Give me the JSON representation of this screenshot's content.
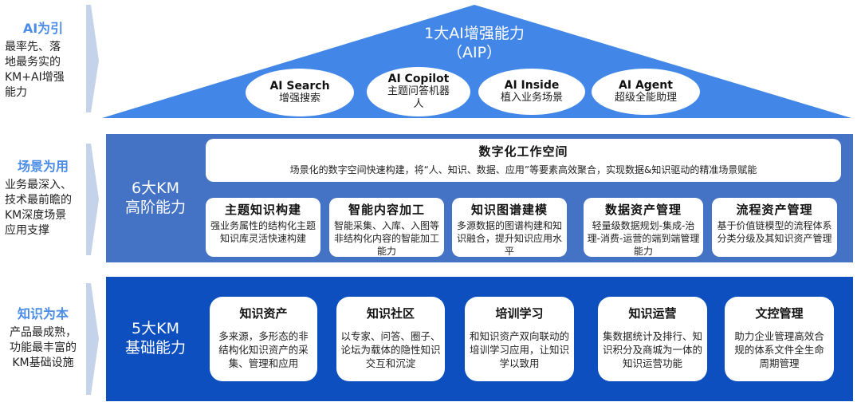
{
  "left_labels": [
    {
      "title": "AI为引",
      "lines": [
        "最率先、落",
        "地最务实的",
        "KM+AI增强",
        "能力"
      ]
    },
    {
      "title": "场景为用",
      "lines": [
        "业务最深入、",
        "技术最前瞻的",
        "KM深度场景",
        "应用支撑"
      ]
    },
    {
      "title": "知识为本",
      "lines": [
        "产品最成熟，",
        "功能最丰富的",
        "KM基础设施"
      ]
    }
  ],
  "colors": {
    "triangle": "#4287e8",
    "middle_band": "#4472c4",
    "bottom_band": "#0d4fbf",
    "label_blue": "#4a8ce6",
    "arrow": "#c4d2ea"
  },
  "aip": {
    "title_line1": "1大AI增强能力",
    "title_line2": "（AIP）",
    "items": [
      {
        "name": "AI Search",
        "desc": "增强搜索"
      },
      {
        "name": "AI Copilot",
        "desc": "主题问答机器人"
      },
      {
        "name": "AI Inside",
        "desc": "植入业务场景"
      },
      {
        "name": "AI Agent",
        "desc": "超级全能助理"
      }
    ]
  },
  "advanced": {
    "label_line1": "6大KM",
    "label_line2": "高阶能力",
    "workspace": {
      "title": "数字化工作空间",
      "desc": "场景化的数字空间快速构建，将“人、知识、数据、应用”等要素高效聚合，实现数据&知识驱动的精准场景赋能"
    },
    "items": [
      {
        "title": "主题知识构建",
        "desc": "强业务属性的结构化主题知识库灵活快速构建"
      },
      {
        "title": "智能内容加工",
        "desc": "智能采集、入库、入图等非结构化内容的智能加工能力"
      },
      {
        "title": "知识图谱建模",
        "desc": "多源数据的图谱构建和知识融合，提升知识应用水平"
      },
      {
        "title": "数据资产管理",
        "desc": "轻量级数据规划-集成-治理-消费-运营的端到端管理能力"
      },
      {
        "title": "流程资产管理",
        "desc": "基于价值链模型的流程体系分类分级及其知识资产管理"
      }
    ]
  },
  "basic": {
    "label_line1": "5大KM",
    "label_line2": "基础能力",
    "items": [
      {
        "title": "知识资产",
        "desc": "多来源，多形态的非结构化知识资产的采集、管理和应用"
      },
      {
        "title": "知识社区",
        "desc": "以专家、问答、圈子、论坛为载体的隐性知识交互和沉淀"
      },
      {
        "title": "培训学习",
        "desc": "和知识资产双向联动的培训学习应用，让知识学以致用"
      },
      {
        "title": "知识运营",
        "desc": "集数据统计及排行、知识积分及商城为一体的知识运营功能"
      },
      {
        "title": "文控管理",
        "desc": "助力企业管理高效合规的体系文件全生命周期管理"
      }
    ]
  }
}
